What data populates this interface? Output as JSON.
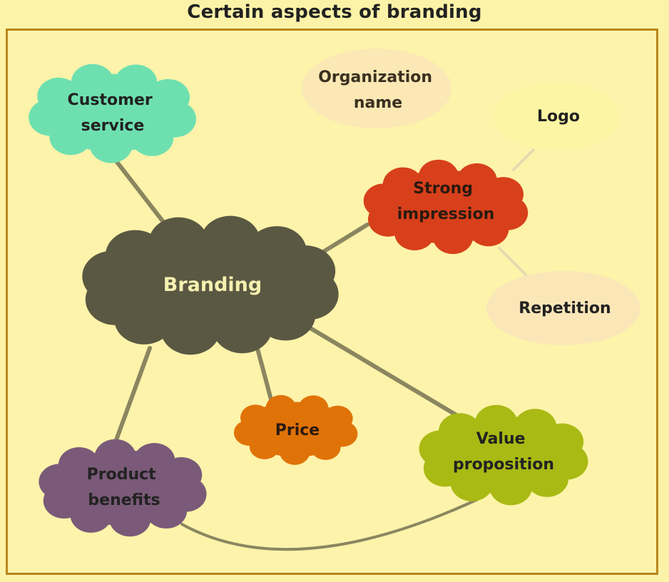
{
  "title": "Certain aspects of branding",
  "colors": {
    "background": "#fdf3a8",
    "frame": "#b8861b",
    "connector": "#8a8660",
    "connector_light": "#e4dcb0"
  },
  "nodes": {
    "branding": {
      "label": [
        "Branding"
      ],
      "fill": "#5a5842",
      "text": "#f6f0b0"
    },
    "customer_service": {
      "label": [
        "Customer",
        "service"
      ],
      "fill": "#6ee0b0",
      "text": "#222"
    },
    "strong_impression": {
      "label": [
        "Strong",
        "impression"
      ],
      "fill": "#d7401a",
      "text": "#2a1a10"
    },
    "price": {
      "label": [
        "Price"
      ],
      "fill": "#e07308",
      "text": "#2a1a10"
    },
    "value_proposition": {
      "label": [
        "Value",
        "proposition"
      ],
      "fill": "#a9ba14",
      "text": "#222"
    },
    "product_benefits": {
      "label": [
        "Product",
        "benefits"
      ],
      "fill": "#7a5a78",
      "text": "#222"
    },
    "organization_name": {
      "label": [
        "Organization",
        "name"
      ],
      "fill": "#fbe8b4",
      "text": "#3a3020"
    },
    "logo": {
      "label": [
        "Logo"
      ],
      "fill": "#fcf6a4",
      "text": "#222"
    },
    "repetition": {
      "label": [
        "Repetition"
      ],
      "fill": "#fbe6b8",
      "text": "#222"
    }
  }
}
